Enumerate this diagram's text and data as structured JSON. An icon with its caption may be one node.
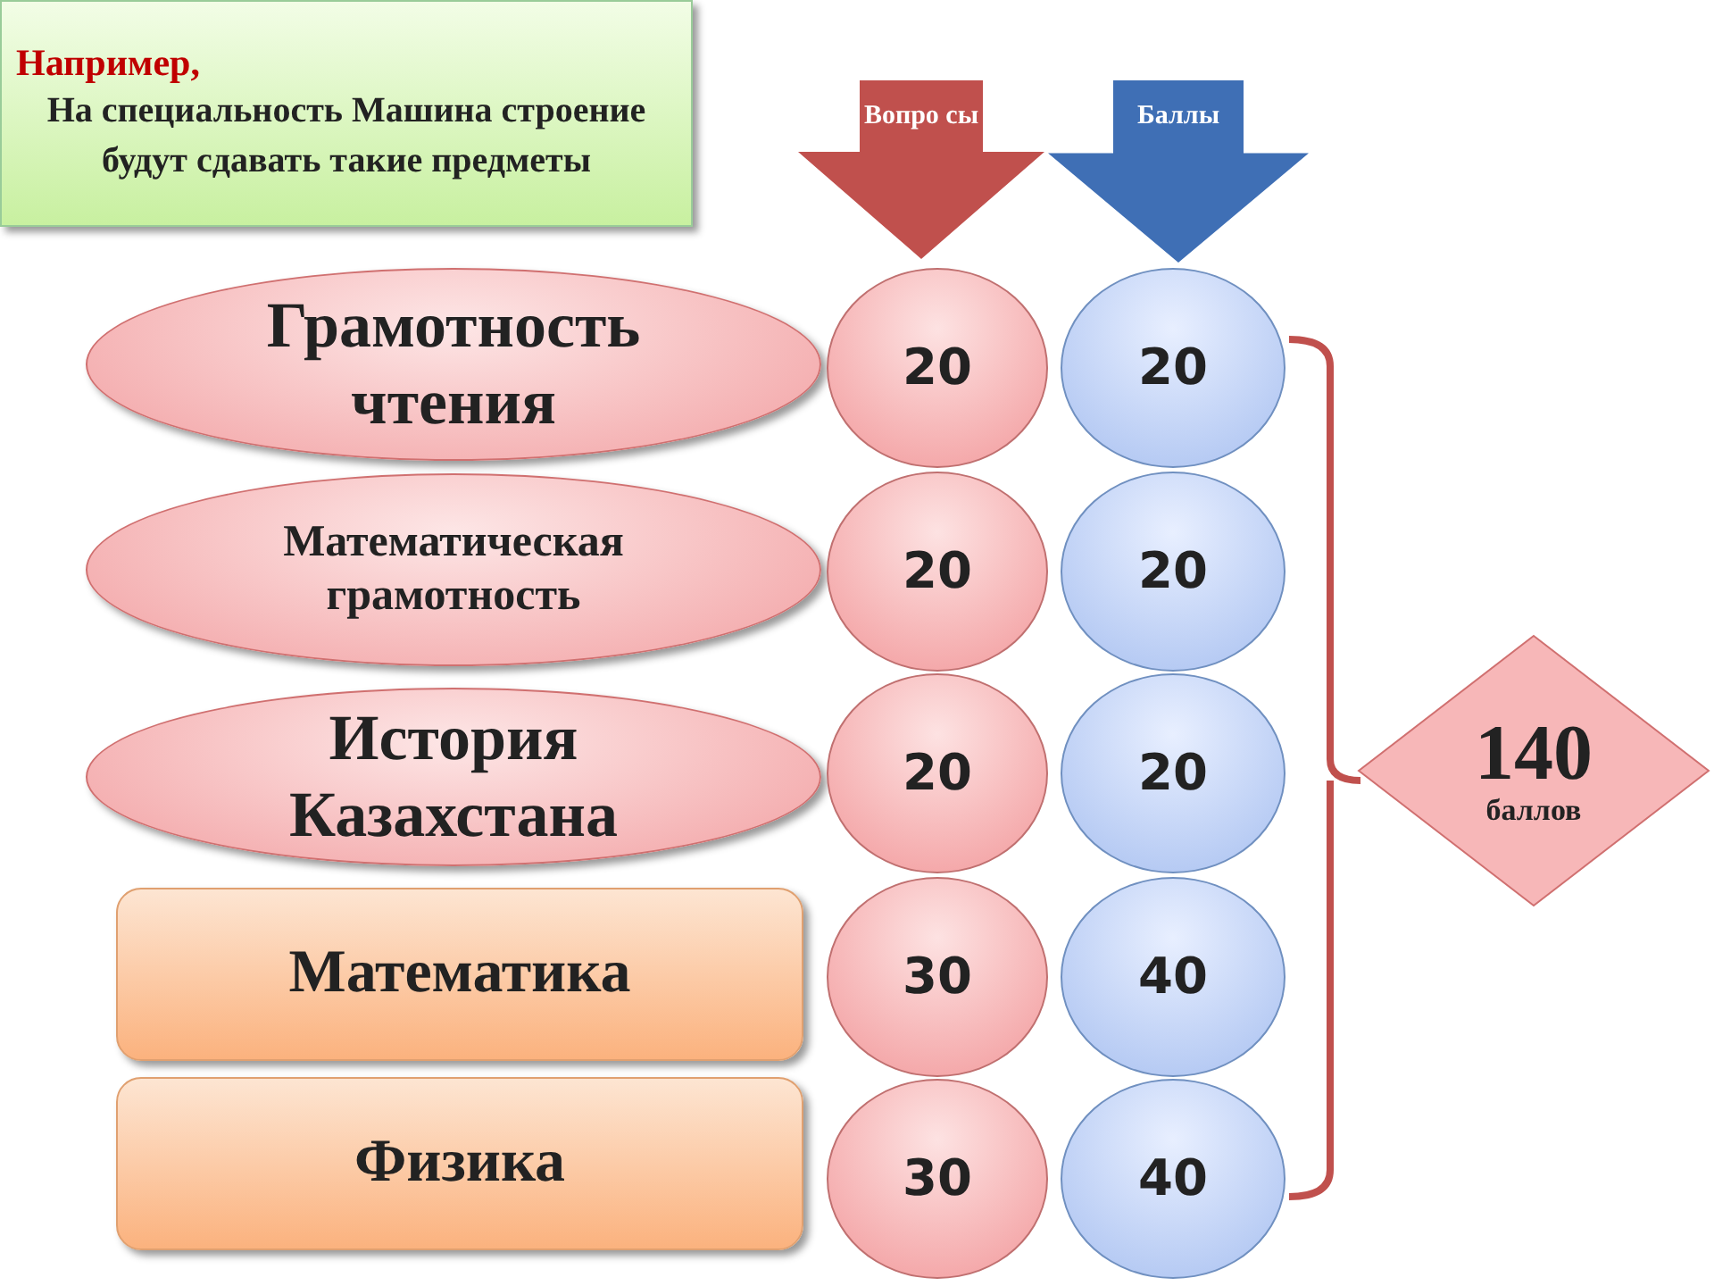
{
  "diagram": {
    "nodes": [
      {
        "text": [
          "Например,",
          "На специальность Машина строение будут сдавать такие предметы"
        ]
      },
      {
        "text": [
          "Вопро сы"
        ]
      },
      {
        "text": [
          "Баллы"
        ]
      },
      {
        "text": [
          "Грамотность чтения"
        ]
      },
      {
        "text": [
          "20"
        ]
      },
      {
        "text": [
          "20"
        ]
      },
      {
        "text": [
          "Математическая грамотность"
        ]
      },
      {
        "text": [
          "20"
        ]
      },
      {
        "text": [
          "20"
        ]
      },
      {
        "text": [
          "История Казахстана"
        ]
      },
      {
        "text": [
          "20"
        ]
      },
      {
        "text": [
          "20"
        ]
      },
      {
        "text": [
          "Математика"
        ]
      },
      {
        "text": [
          "30"
        ]
      },
      {
        "text": [
          "40"
        ]
      },
      {
        "text": [
          "Физика"
        ]
      },
      {
        "text": [
          "30"
        ]
      },
      {
        "text": [
          "40"
        ]
      },
      {
        "text": [
          "140",
          "баллов"
        ]
      }
    ]
  }
}
